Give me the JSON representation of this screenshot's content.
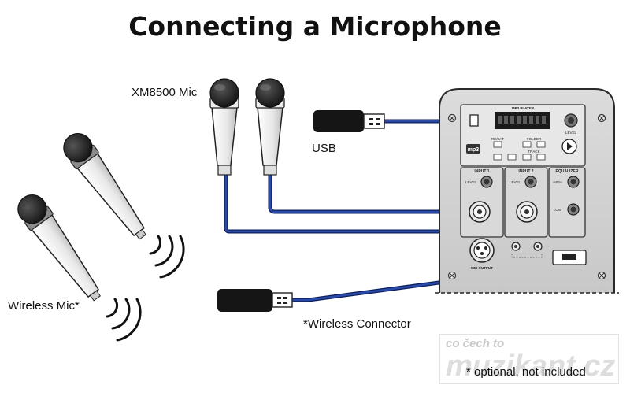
{
  "title": "Connecting a Microphone",
  "labels": {
    "mic": "XM8500 Mic",
    "usb": "USB",
    "wireless_mic": "Wireless Mic*",
    "wireless_connector": "*Wireless Connector",
    "footnote": "* optional, not included"
  },
  "watermark": {
    "line1": "co čech to",
    "line2": "muzikant.cz"
  },
  "panel": {
    "mp3": {
      "header": "MP3 PLAYER",
      "repeat": "RE/EAT",
      "folder": "FOLDER",
      "track": "TRACK",
      "level": "LEVEL",
      "badge": "mp3"
    },
    "input1": "INPUT 1",
    "input2": "INPUT 2",
    "eq": "EQUALIZER",
    "high": "HIGH",
    "low": "LOW",
    "level": "LEVEL",
    "mix_output": "MIX OUTPUT"
  },
  "colors": {
    "cable": "#1f3a8a",
    "panel": "#d3d3d3",
    "panel_dark": "#9a9a9a"
  }
}
